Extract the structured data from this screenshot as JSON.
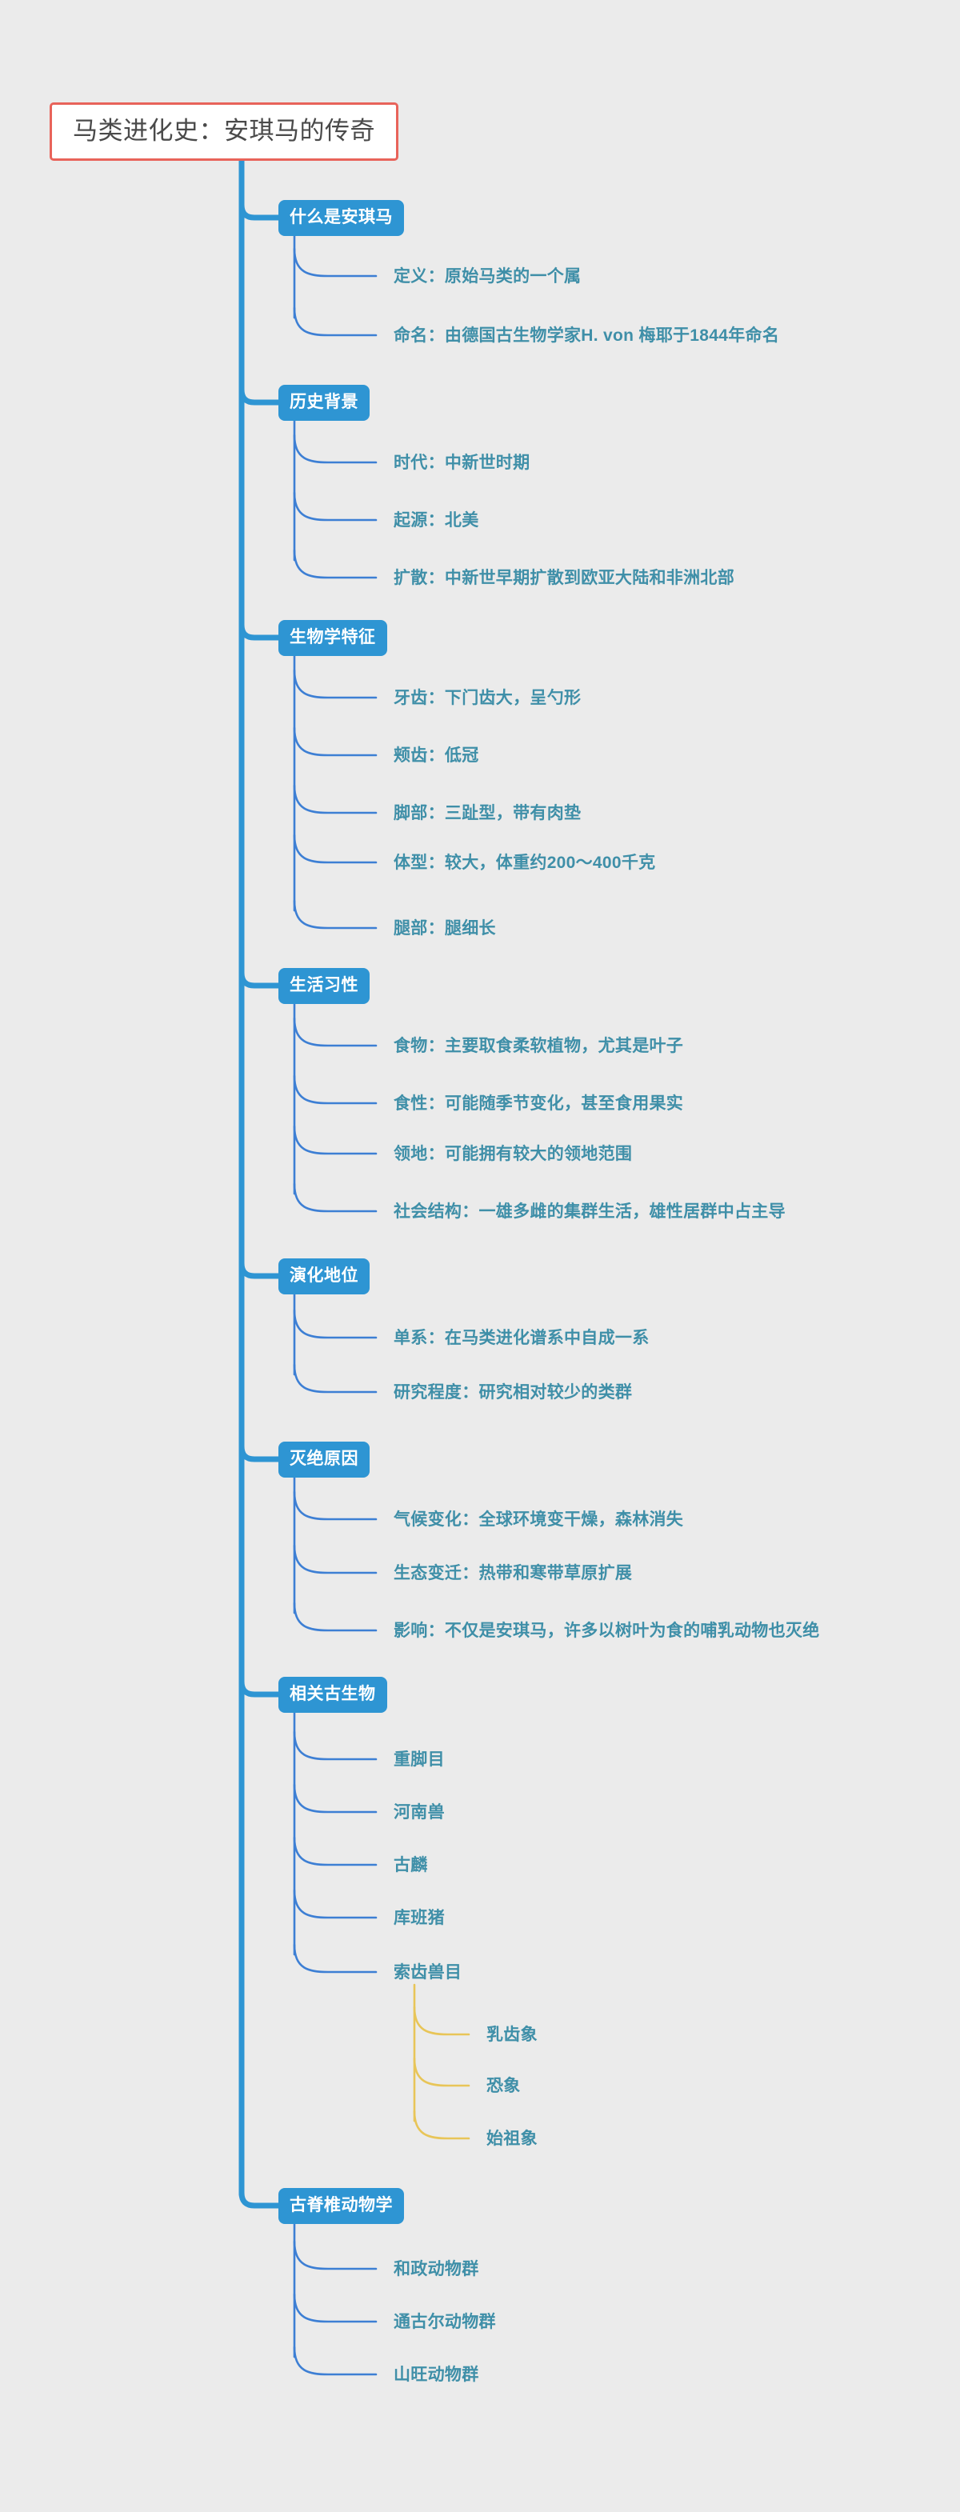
{
  "title": "马类进化史：安琪马的传奇",
  "colors": {
    "background": "#ebebeb",
    "root_border": "#e8635a",
    "root_fill": "#ffffff",
    "root_text": "#4a4a4a",
    "branch_fill": "#2e95d3",
    "branch_text": "#ffffff",
    "leaf_text": "#3f8fa8",
    "connector_blue": "#3d7fd4",
    "connector_yellow": "#e8c558",
    "trunk_blue": "#2e95d3"
  },
  "root": {
    "label": "马类进化史：安琪马的传奇"
  },
  "branches": [
    {
      "label": "什么是安琪马",
      "children": [
        {
          "label": "定义：原始马类的一个属"
        },
        {
          "label": "命名：由德国古生物学家H. von 梅耶于1844年命名"
        }
      ]
    },
    {
      "label": "历史背景",
      "children": [
        {
          "label": "时代：中新世时期"
        },
        {
          "label": "起源：北美"
        },
        {
          "label": "扩散：中新世早期扩散到欧亚大陆和非洲北部"
        }
      ]
    },
    {
      "label": "生物学特征",
      "children": [
        {
          "label": "牙齿：下门齿大，呈勺形"
        },
        {
          "label": "颊齿：低冠"
        },
        {
          "label": "脚部：三趾型，带有肉垫"
        },
        {
          "label": "体型：较大，体重约200～400千克"
        },
        {
          "label": "腿部：腿细长"
        }
      ]
    },
    {
      "label": "生活习性",
      "children": [
        {
          "label": "食物：主要取食柔软植物，尤其是叶子"
        },
        {
          "label": "食性：可能随季节变化，甚至食用果实"
        },
        {
          "label": "领地：可能拥有较大的领地范围"
        },
        {
          "label": "社会结构：一雄多雌的集群生活，雄性居群中占主导"
        }
      ]
    },
    {
      "label": "演化地位",
      "children": [
        {
          "label": "单系：在马类进化谱系中自成一系"
        },
        {
          "label": "研究程度：研究相对较少的类群"
        }
      ]
    },
    {
      "label": "灭绝原因",
      "children": [
        {
          "label": "气候变化：全球环境变干燥，森林消失"
        },
        {
          "label": "生态变迁：热带和寒带草原扩展"
        },
        {
          "label": "影响：不仅是安琪马，许多以树叶为食的哺乳动物也灭绝"
        }
      ]
    },
    {
      "label": "相关古生物",
      "children": [
        {
          "label": "重脚目"
        },
        {
          "label": "河南兽"
        },
        {
          "label": "古麟"
        },
        {
          "label": "库班猪"
        },
        {
          "label": "索齿兽目",
          "children": [
            {
              "label": "乳齿象"
            },
            {
              "label": "恐象"
            },
            {
              "label": "始祖象"
            }
          ]
        }
      ]
    },
    {
      "label": "古脊椎动物学",
      "children": [
        {
          "label": "和政动物群"
        },
        {
          "label": "通古尔动物群"
        },
        {
          "label": "山旺动物群"
        }
      ]
    }
  ]
}
